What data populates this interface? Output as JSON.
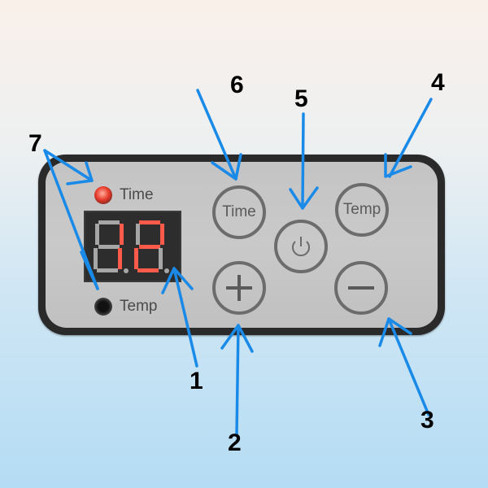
{
  "panel": {
    "indicators": [
      {
        "label": "Time",
        "state": "on",
        "color": "#e73a2a"
      },
      {
        "label": "Temp",
        "state": "off"
      }
    ],
    "display": {
      "value": "12",
      "color": "#ff5a4a"
    },
    "buttons": [
      {
        "id": "time",
        "label": "Time",
        "icon": null
      },
      {
        "id": "power",
        "label": "",
        "icon": "power-icon"
      },
      {
        "id": "temp",
        "label": "Temp",
        "icon": null
      },
      {
        "id": "plus",
        "label": "",
        "icon": "plus-icon"
      },
      {
        "id": "minus",
        "label": "",
        "icon": "minus-icon"
      }
    ]
  },
  "callouts": [
    {
      "number": "1",
      "target": "display"
    },
    {
      "number": "2",
      "target": "plus-button"
    },
    {
      "number": "3",
      "target": "minus-button"
    },
    {
      "number": "4",
      "target": "temp-button"
    },
    {
      "number": "5",
      "target": "power-button"
    },
    {
      "number": "6",
      "target": "time-button"
    },
    {
      "number": "7",
      "target": "indicator-lights"
    }
  ],
  "colors": {
    "arrow": "#1a8ae8",
    "panel_frame": "#2a2a2a",
    "panel_face": "#c4c4c4"
  }
}
